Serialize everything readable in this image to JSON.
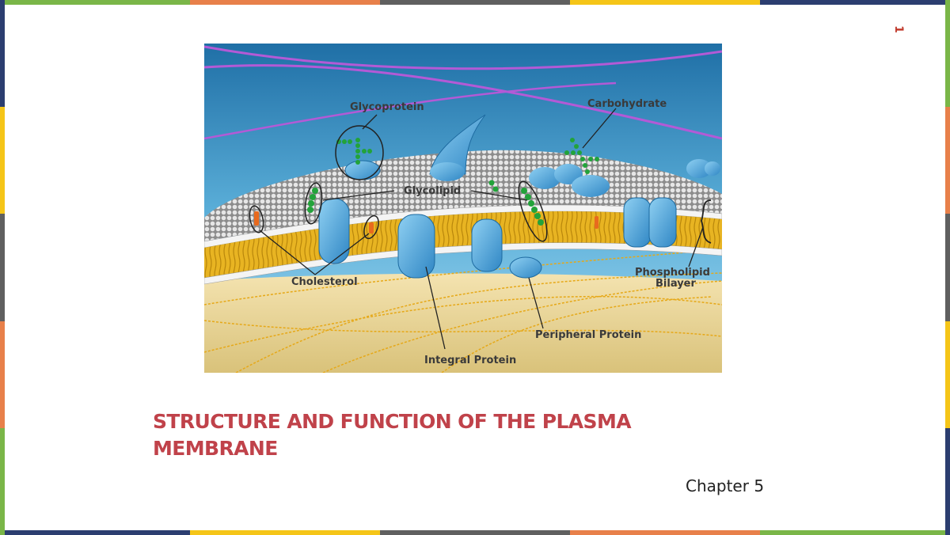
{
  "slide": {
    "number": "1",
    "title": "STRUCTURE AND FUNCTION OF THE PLASMA MEMBRANE",
    "subtitle": "Chapter 5",
    "title_color": "#c0424a",
    "frame_colors": [
      "#7ab648",
      "#e8804a",
      "#606060",
      "#f5c518",
      "#2c3e70"
    ]
  },
  "diagram": {
    "labels": {
      "glycoprotein": "Glycoprotein",
      "carbohydrate": "Carbohydrate",
      "glycolipid": "Glycolipid",
      "cholesterol": "Cholesterol",
      "phospholipid_line1": "Phospholipid",
      "phospholipid_line2": "Bilayer",
      "peripheral_protein": "Peripheral Protein",
      "integral_protein": "Integral Protein"
    }
  }
}
